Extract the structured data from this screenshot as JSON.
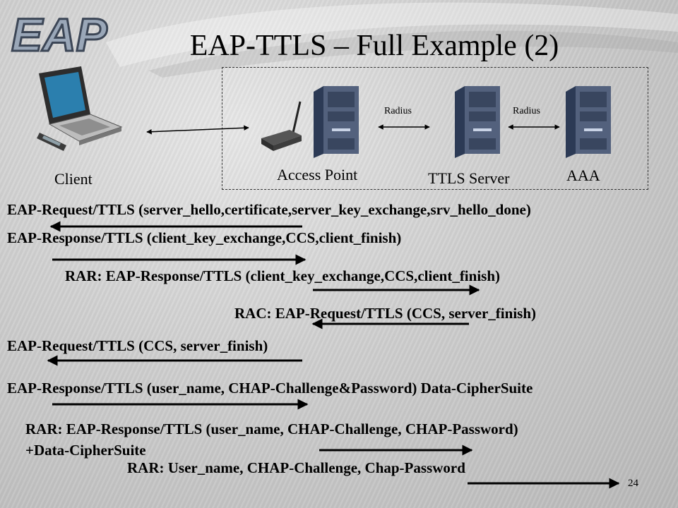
{
  "logo": {
    "text": "EAP"
  },
  "title": "EAP-TTLS – Full Example (2)",
  "nodes": {
    "client": "Client",
    "access_point": "Access Point",
    "ttls_server": "TTLS Server",
    "aaa": "AAA"
  },
  "links": {
    "radius_1": "Radius",
    "radius_2": "Radius"
  },
  "messages": [
    "EAP-Request/TTLS (server_hello,certificate,server_key_exchange,srv_hello_done)",
    "EAP-Response/TTLS (client_key_exchange,CCS,client_finish)",
    "RAR: EAP-Response/TTLS (client_key_exchange,CCS,client_finish)",
    "RAC: EAP-Request/TTLS (CCS, server_finish)",
    "EAP-Request/TTLS (CCS, server_finish)",
    "EAP-Response/TTLS (user_name, CHAP-Challenge&Password) Data-CipherSuite",
    "RAR: EAP-Response/TTLS (user_name, CHAP-Challenge, CHAP-Password)",
    "+Data-CipherSuite",
    "RAR: User_name, CHAP-Challenge, Chap-Password"
  ],
  "slide_number": "24"
}
